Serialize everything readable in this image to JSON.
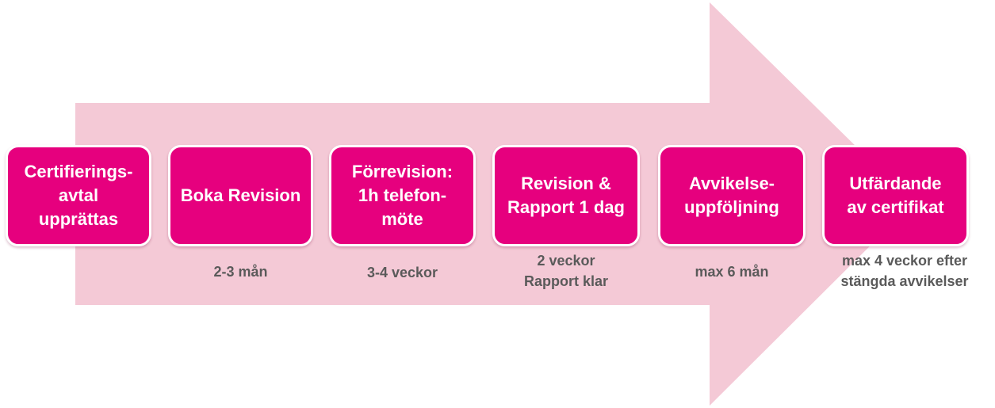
{
  "colors": {
    "arrow": "#f4c9d6",
    "step_box": "#e6007e",
    "step_text": "#ffffff",
    "duration_text": "#5a5a5a"
  },
  "steps": [
    {
      "label": "Certifierings-\navtal\nupprättas"
    },
    {
      "label": "Boka Revision"
    },
    {
      "label": "Förrevision:\n1h telefon-\nmöte"
    },
    {
      "label": "Revision &\nRapport 1 dag"
    },
    {
      "label": "Avvikelse-\nuppföljning"
    },
    {
      "label": "Utfärdande\nav certifikat"
    }
  ],
  "durations": [
    {
      "text": "2-3 mån"
    },
    {
      "text": "3-4 veckor"
    },
    {
      "text": "2 veckor\nRapport klar"
    },
    {
      "text": "max 6 mån"
    },
    {
      "text": "max 4 veckor efter\nstängda avvikelser"
    }
  ]
}
